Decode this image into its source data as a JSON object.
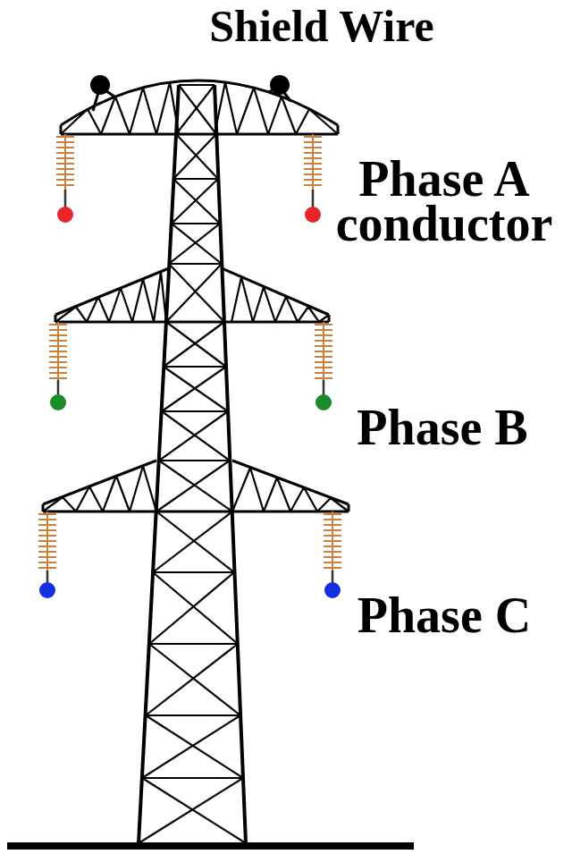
{
  "diagram": {
    "labels": [
      "Shield Wire",
      "Phase A conductor",
      "Phase B",
      "Phase C"
    ]
  }
}
